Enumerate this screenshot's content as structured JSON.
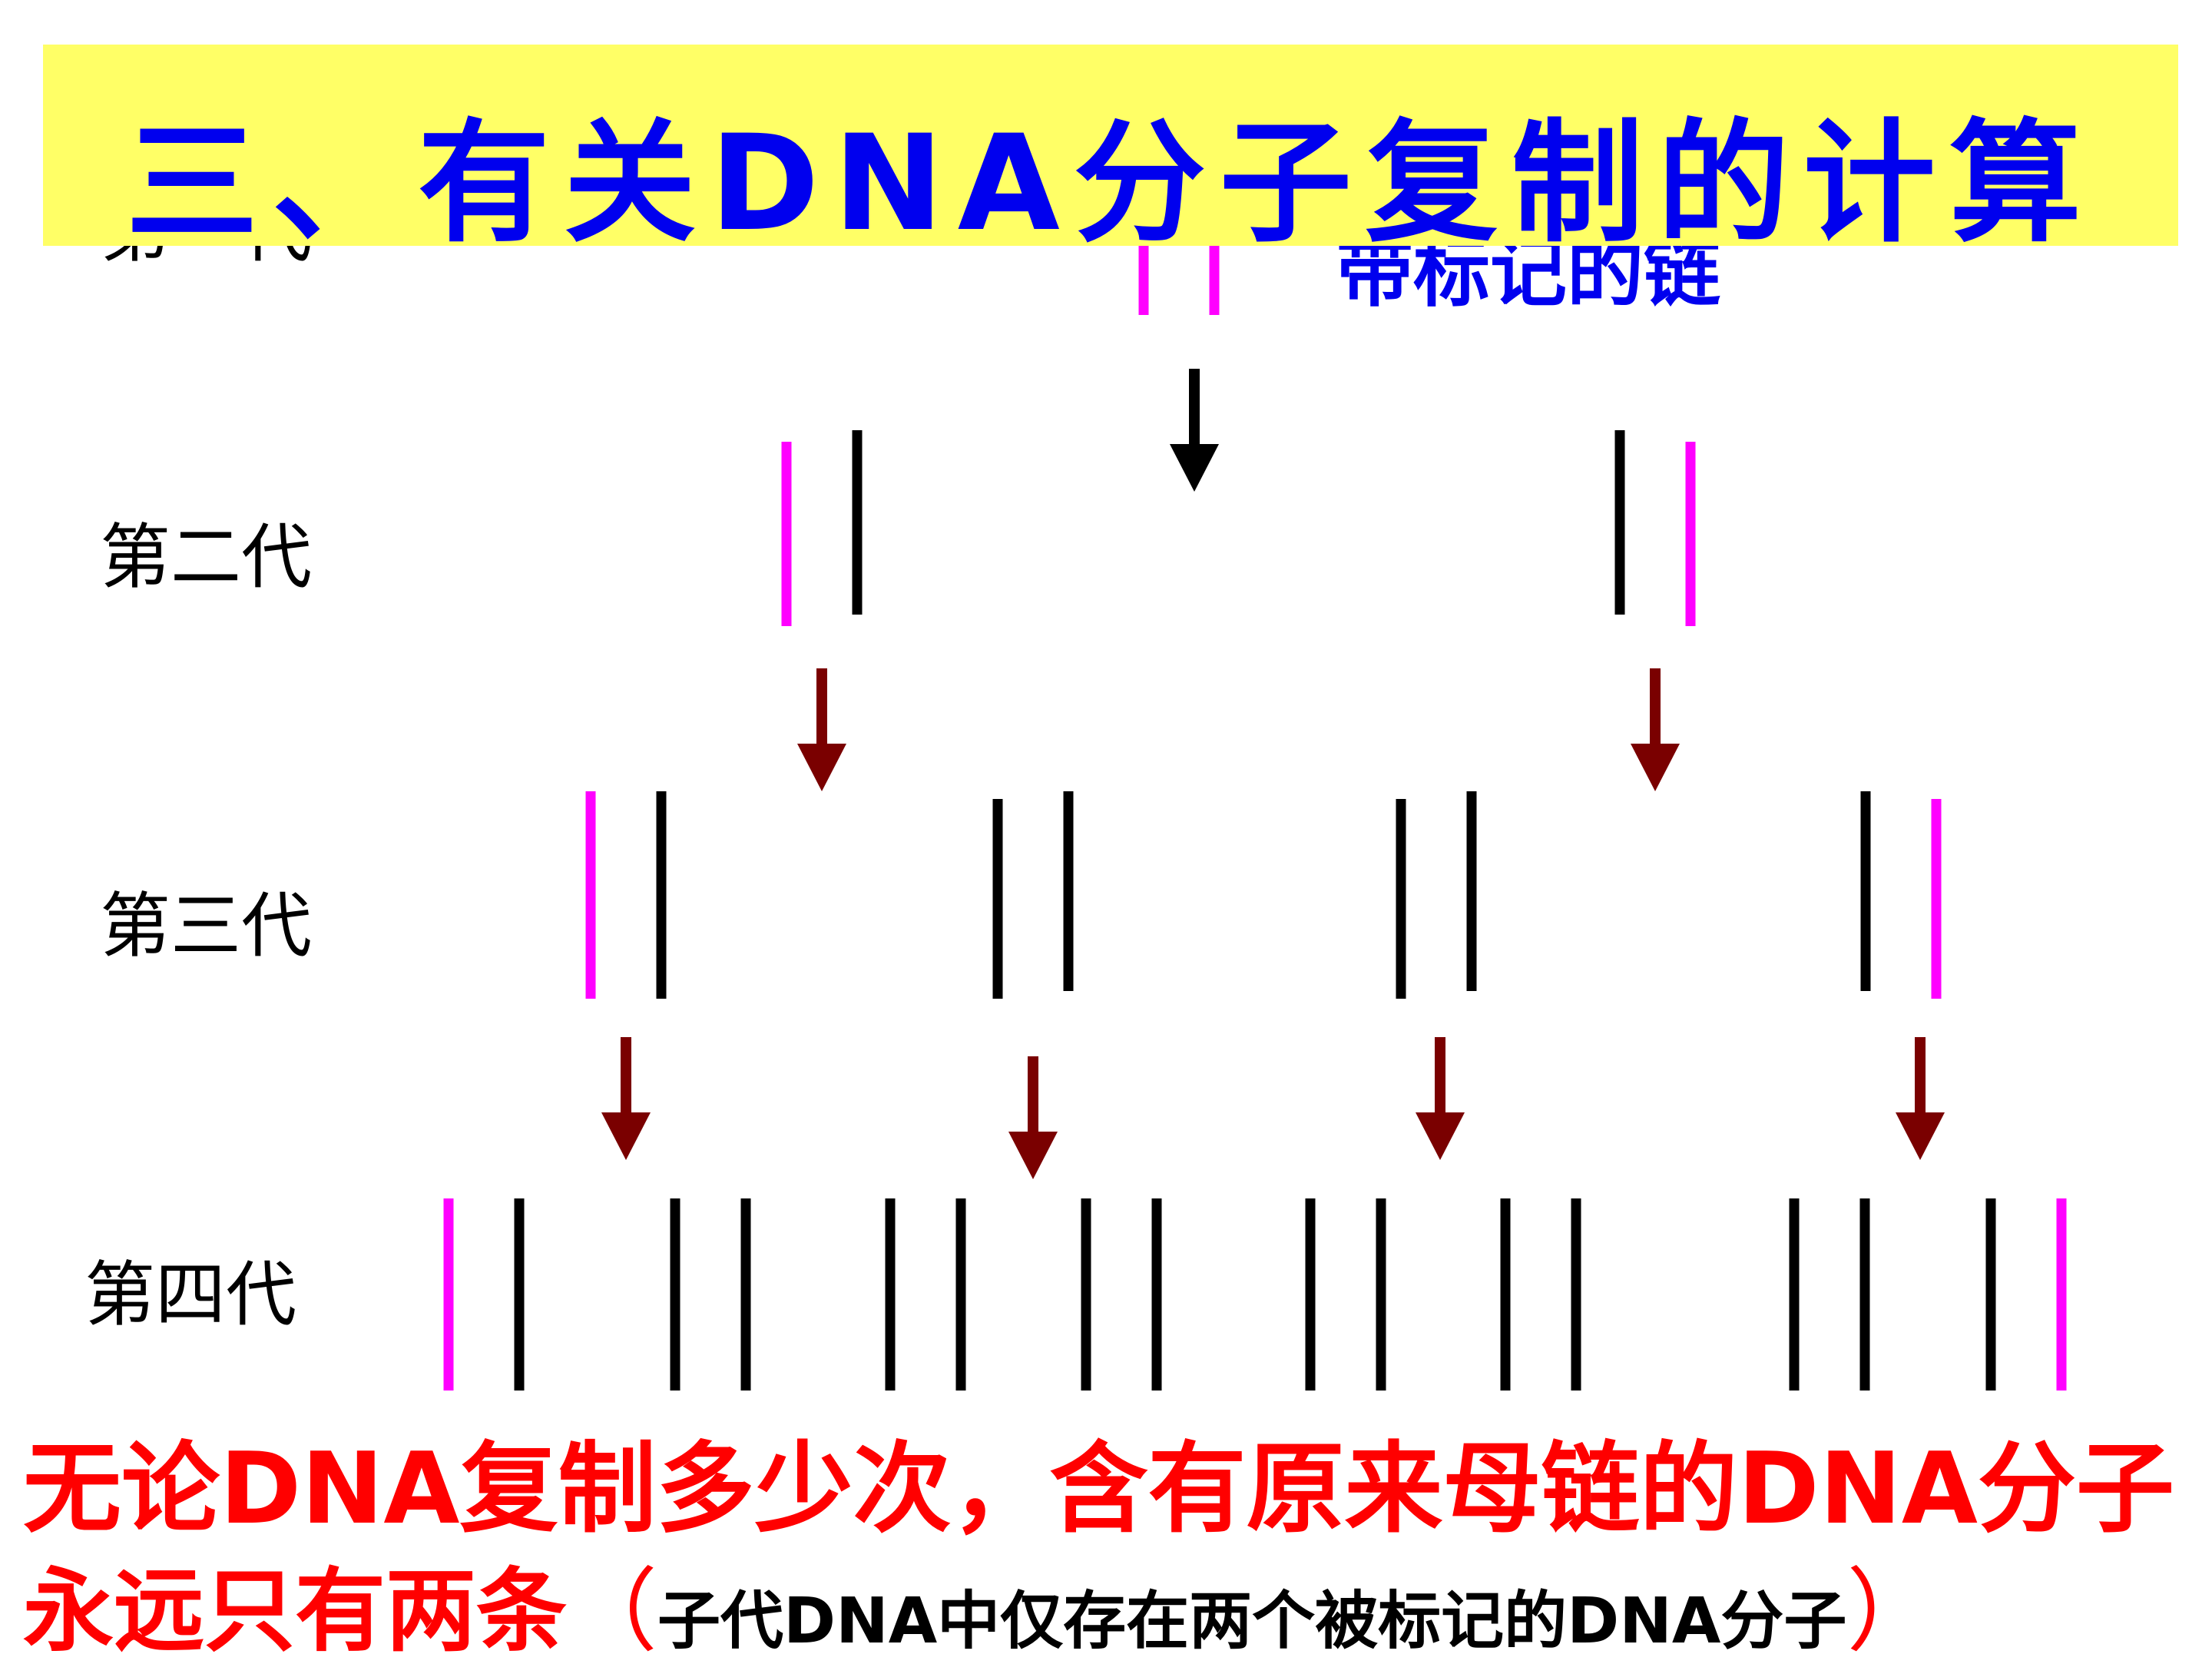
{
  "title": "三、有关DNA分子复制的计算",
  "legend": "带标记的链",
  "generations": [
    "第一代",
    "第二代",
    "第三代",
    "第四代"
  ],
  "conclusion": {
    "line1": "无论DNA复制多少次，含有原来母链的DNA分子",
    "line2_main": "永远只有两条",
    "line2_open": "（",
    "line2_note": "子代DNA中仅存在两个被标记的DNA分子",
    "line2_close": "）"
  },
  "colors": {
    "marked": "#ff00ff",
    "unmarked": "#000000",
    "arrow_first": "#000000",
    "arrow": "#7a0000",
    "title_bg": "#ffff66",
    "title_text": "#0000ee",
    "conclusion_text": "#ff0000"
  },
  "strand_pattern": {
    "gen1": [
      [
        "marked",
        "marked"
      ]
    ],
    "gen2": [
      [
        "marked",
        "unmarked"
      ],
      [
        "unmarked",
        "marked"
      ]
    ],
    "gen3": [
      [
        "marked",
        "unmarked"
      ],
      [
        "unmarked",
        "unmarked"
      ],
      [
        "unmarked",
        "unmarked"
      ],
      [
        "unmarked",
        "marked"
      ]
    ],
    "gen4": [
      [
        "marked",
        "unmarked"
      ],
      [
        "unmarked",
        "unmarked"
      ],
      [
        "unmarked",
        "unmarked"
      ],
      [
        "unmarked",
        "unmarked"
      ],
      [
        "unmarked",
        "unmarked"
      ],
      [
        "unmarked",
        "unmarked"
      ],
      [
        "unmarked",
        "unmarked"
      ],
      [
        "unmarked",
        "marked"
      ]
    ]
  }
}
